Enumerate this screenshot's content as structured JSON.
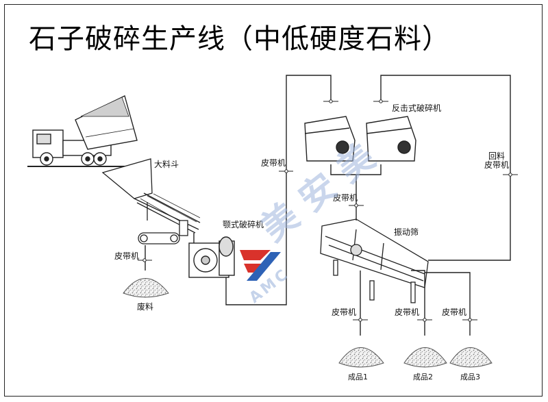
{
  "title": "石子破碎生产线（中低硬度石料）",
  "labels": {
    "hopper": "大料斗",
    "jaw_crusher": "颚式破碎机",
    "impact_crusher": "反击式破碎机",
    "belt_left": "皮带机",
    "belt_jaw_out": "皮带机",
    "belt_center": "皮带机",
    "belt_return_line1": "回料",
    "belt_return_line2": "皮带机",
    "vibrating_screen": "振动筛",
    "belt_p1": "皮带机",
    "belt_p2": "皮带机",
    "belt_p3": "皮带机",
    "waste": "废料",
    "product1": "成品1",
    "product2": "成品2",
    "product3": "成品3"
  },
  "watermark": {
    "cn": "美 安 美",
    "en": "AMC"
  },
  "colors": {
    "line": "#222222",
    "logo_red": "#d9322b",
    "logo_blue": "#2e62b6",
    "pile": "#8d8d8d"
  }
}
